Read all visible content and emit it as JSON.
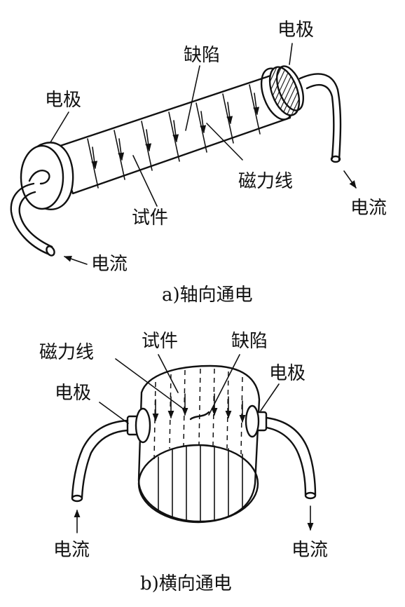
{
  "figure_a": {
    "electrode_right": "电极",
    "defect": "缺陷",
    "electrode_left": "电极",
    "field_lines": "磁力线",
    "current_right": "电流",
    "specimen": "试件",
    "current_left": "电流",
    "caption": "a)轴向通电"
  },
  "figure_b": {
    "field_lines": "磁力线",
    "specimen": "试件",
    "defect": "缺陷",
    "electrode_left": "电极",
    "electrode_right": "电极",
    "current_left": "电流",
    "current_right": "电流",
    "caption": "b)横向通电"
  }
}
